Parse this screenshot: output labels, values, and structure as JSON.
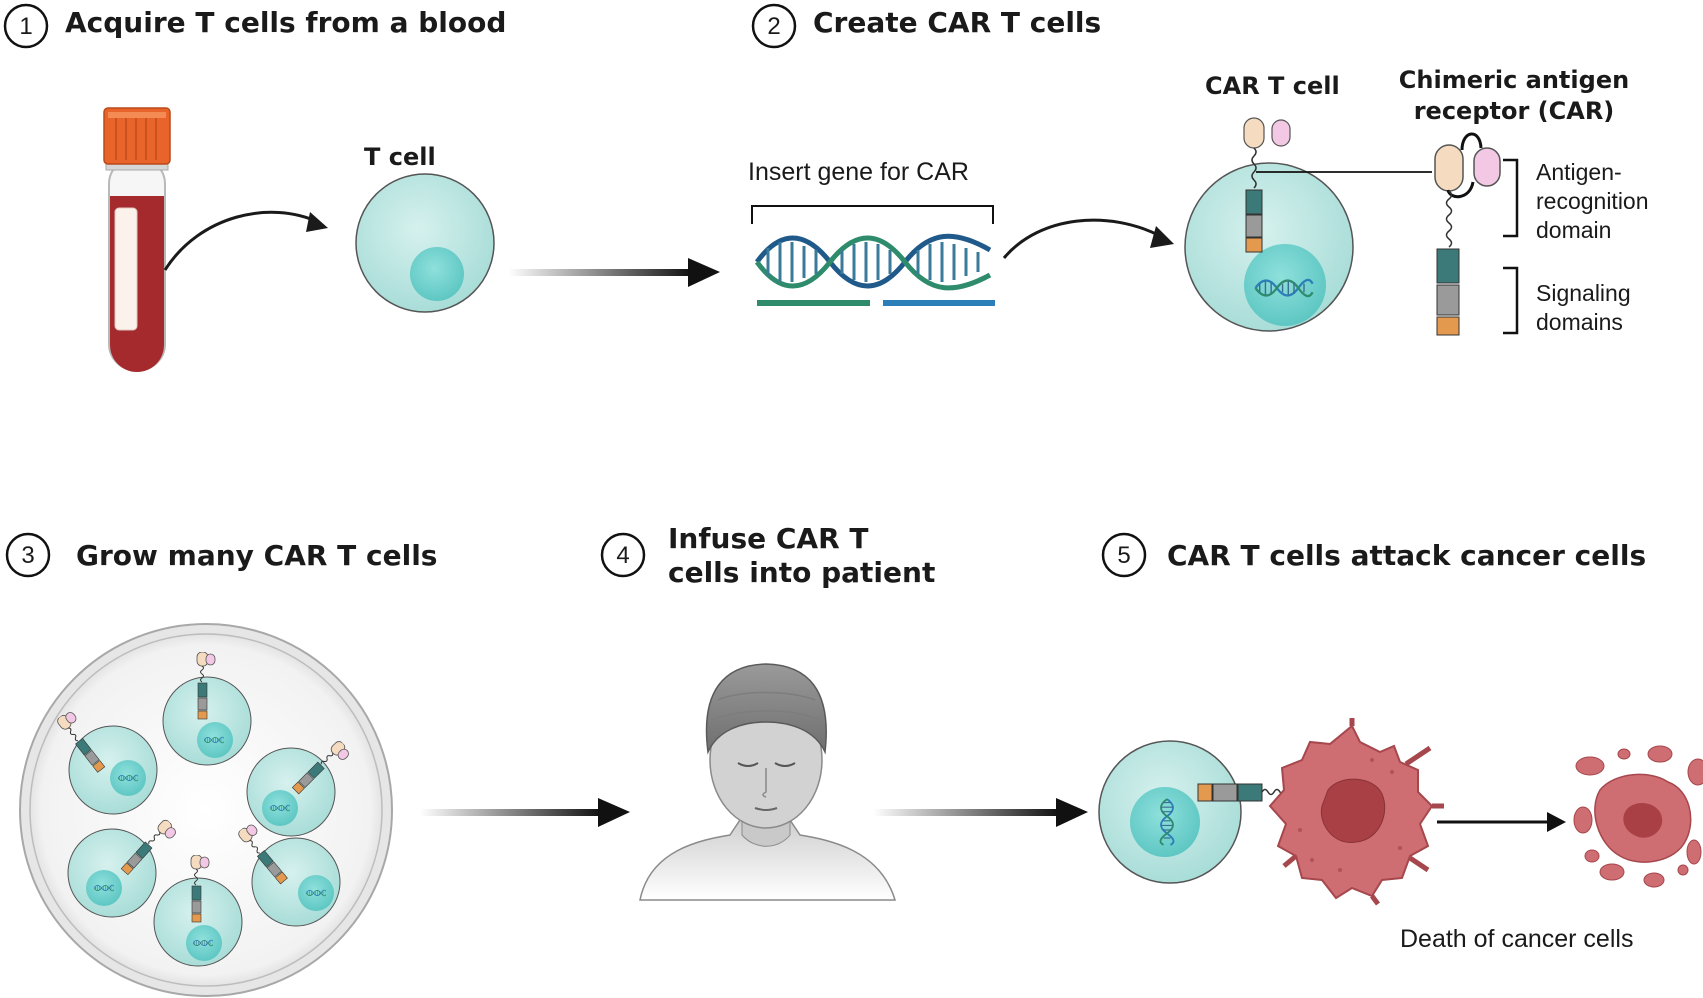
{
  "steps": [
    {
      "number": "1",
      "title": "Acquire T cells from a blood"
    },
    {
      "number": "2",
      "title": "Create CAR T cells"
    },
    {
      "number": "3",
      "title": "Grow many CAR T cells"
    },
    {
      "number": "4",
      "title_line1": "Infuse CAR T",
      "title_line2": "cells into patient"
    },
    {
      "number": "5",
      "title": "CAR T cells attack cancer cells"
    }
  ],
  "labels": {
    "t_cell": "T cell",
    "insert_gene": "Insert gene for CAR",
    "car_t_cell": "CAR T cell",
    "car_title_line1": "Chimeric antigen",
    "car_title_line2": "receptor (CAR)",
    "antigen_line1": "Antigen-",
    "antigen_line2": "recognition",
    "antigen_line3": "domain",
    "signaling_line1": "Signaling",
    "signaling_line2": "domains",
    "death": "Death of cancer cells"
  },
  "colors": {
    "cell_fill": "#bfe7e3",
    "nucleus_fill": "#73d3d0",
    "blood": "#a52a2e",
    "tube_cap": "#e8642a",
    "cancer": "#cf6e72",
    "dna_green": "#2e8b6b",
    "dna_blue": "#2b7fb8",
    "domain_teal": "#3c7a7a",
    "domain_gray": "#9a9a9a",
    "domain_orange": "#e39a4e",
    "receptor_peach": "#f5dcc0",
    "receptor_pink": "#f3c8e4"
  }
}
